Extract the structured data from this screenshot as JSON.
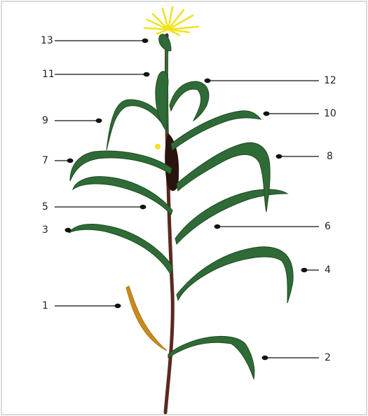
{
  "labels": {
    "l1": "1",
    "l2": "2",
    "l3": "3",
    "l4": "4",
    "l5": "5",
    "l6": "6",
    "l7": "7",
    "l8": "8",
    "l9": "9",
    "l10": "10",
    "l11": "11",
    "l12": "12",
    "l13": "13"
  },
  "colors": {
    "leaf": "#2f6b36",
    "leaf_dark": "#1f4a24",
    "stem": "#5a2a1e",
    "dead_leaf": "#c98a1e",
    "tassel": "#f2e21c",
    "leader": "#111111",
    "frame": "#c8c8c8"
  }
}
